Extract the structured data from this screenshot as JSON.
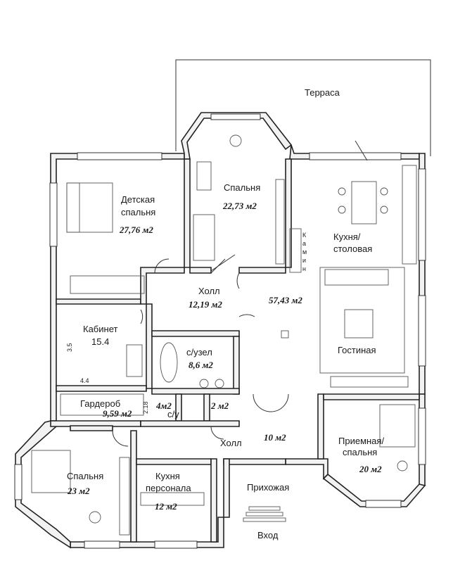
{
  "rooms": {
    "terrace": {
      "name": "Терраса"
    },
    "kids_bedroom": {
      "name_line1": "Детская",
      "name_line2": "спальня",
      "area": "27,76 м2"
    },
    "master_bedroom": {
      "name": "Спальня",
      "area": "22,73 м2"
    },
    "fireplace": {
      "letters": [
        "К",
        "а",
        "м",
        "и",
        "н"
      ]
    },
    "kitchen_dining": {
      "name_line1": "Кухня/",
      "name_line2": "столовая"
    },
    "hall_center": {
      "name": "Холл",
      "area": "12,19 м2"
    },
    "living_area": {
      "area": "57,43 м2",
      "name": "Гостиная"
    },
    "study": {
      "name": "Кабинет",
      "area": "15.4"
    },
    "bath_big": {
      "name": "с/узел",
      "area": "8,6 м2"
    },
    "wardrobe": {
      "name": "Гардероб",
      "area": "9,59 м2"
    },
    "wc_small": {
      "area": "4м2",
      "name": "с/у"
    },
    "closet_2": {
      "area": "2 м2"
    },
    "hall_lower": {
      "name": "Холл",
      "area": "10 м2"
    },
    "guest_bedroom": {
      "name_line1": "Приемная/",
      "name_line2": "спальня",
      "area": "20 м2"
    },
    "bedroom_sw": {
      "name": "Спальня",
      "area": "23 м2"
    },
    "staff_kitchen": {
      "name_line1": "Кухня",
      "name_line2": "персонала",
      "area": "12 м2"
    },
    "foyer": {
      "name": "Прихожая"
    },
    "entrance": {
      "name": "Вход"
    }
  },
  "dimensions": {
    "d1": "3.5",
    "d2": "4.4",
    "d3": "2.18"
  }
}
